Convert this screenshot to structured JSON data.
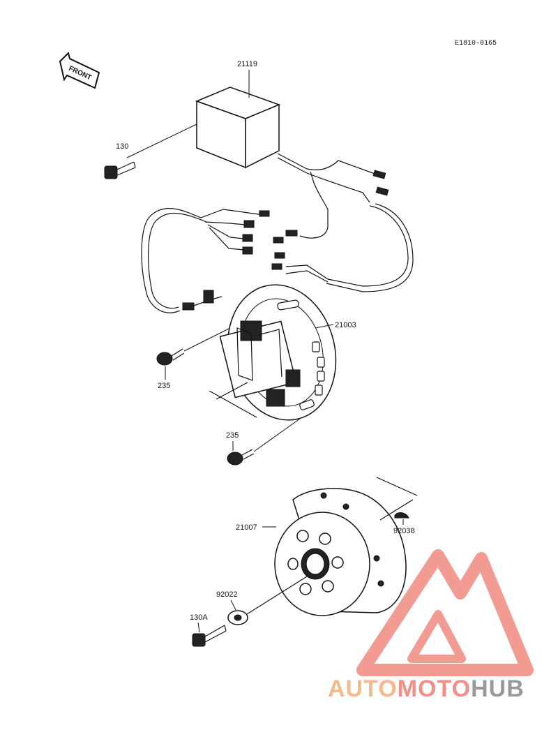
{
  "diagram_code": "E1810-0165",
  "front_label": "FRONT",
  "callouts": {
    "cdi_unit": "21119",
    "bolt_130": "130",
    "stator": "21003",
    "screw_235_left": "235",
    "screw_235_lower": "235",
    "rotor": "21007",
    "woodruff_key": "92038",
    "washer": "92022",
    "bolt_130a": "130A"
  },
  "watermark": {
    "part1": "AUTO",
    "part2": "MOTO",
    "part3": "HUB",
    "colors": {
      "auto": "#f5b98c",
      "moto": "#f28f86",
      "hub": "#9a9a9a",
      "logo": "#f08a80"
    }
  }
}
